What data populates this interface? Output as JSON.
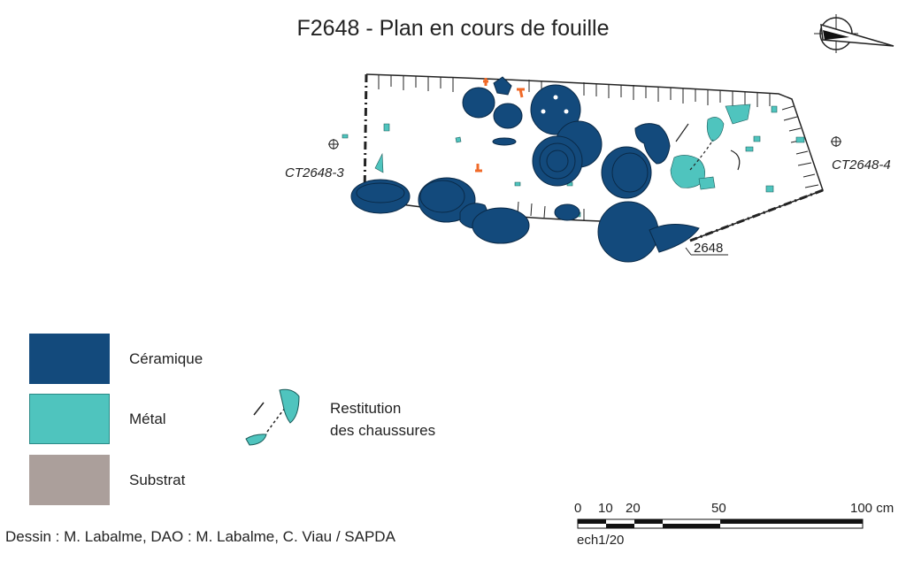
{
  "title": "F2648 - Plan en cours de fouille",
  "points": {
    "left": "CT2648-3",
    "right": "CT2648-4",
    "feature": "2648"
  },
  "legend": {
    "ceramique": {
      "label": "Céramique",
      "color": "#134a7c"
    },
    "metal": {
      "label": "Métal",
      "color": "#4fc4be"
    },
    "substrat": {
      "label": "Substrat",
      "color": "#ab9f9b"
    },
    "restitution_line1": "Restitution",
    "restitution_line2": "des chaussures"
  },
  "scale": {
    "ticks": [
      "0",
      "10",
      "20",
      "50",
      "100 cm"
    ],
    "label": "ech1/20"
  },
  "credit": "Dessin : M. Labalme, DAO : M. Labalme, C. Viau / SAPDA",
  "colors": {
    "orange": "#f06a28",
    "outline": "#222222"
  }
}
